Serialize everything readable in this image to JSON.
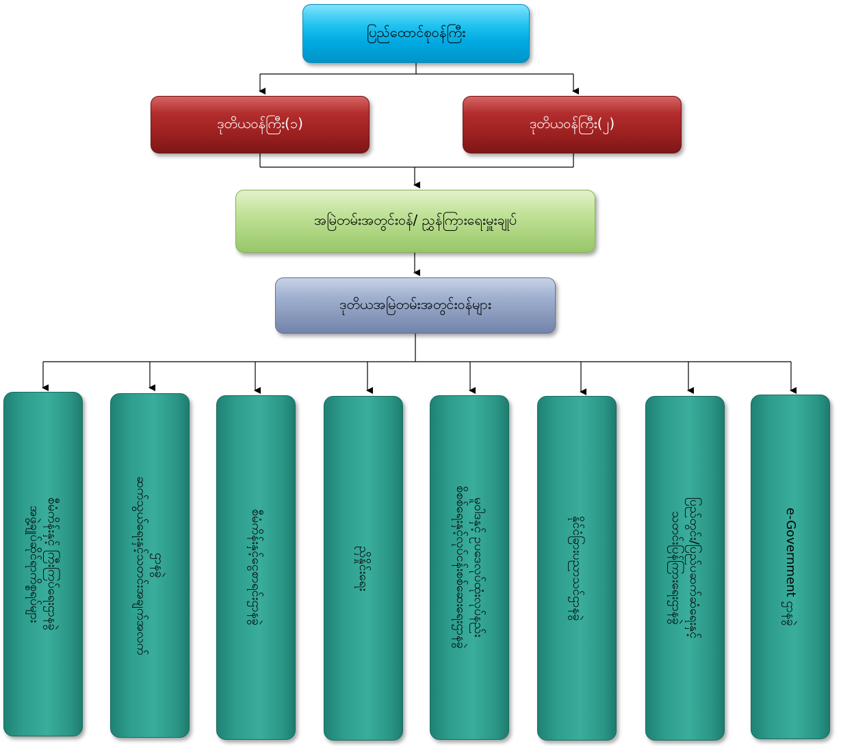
{
  "colors": {
    "top_box": "#00a9e2",
    "deputy_box": "#9a1f1f",
    "head_box": "#acd47e",
    "group_box": "#8798bb",
    "department_box": "#2e9e8e",
    "connector": "#000000"
  },
  "chart": {
    "top": "ပြည်ထောင်စုဝန်ကြီး",
    "deputies": [
      "ဒုတိယဝန်ကြီး(၁)",
      "ဒုတိယဝန်ကြီး(၂)"
    ],
    "permanent_secretary": "အမြဲတမ်းအတွင်းဝန်/ ညွှန်ကြားရေးမှူးချုပ်",
    "deputy_permanent_secretaries": "ဒုတိယအမြဲတမ်းအတွင်းဝန်များ",
    "departments": [
      "စီမံကိန်းနှင့် ကြီးကြပ်ရေးဌာနခွဲ\nအဖွဲ့ချုပ်ဆိုင်ရာကိစ္စရပ်များ",
      "ဌာနခွဲ\nဆက်သွယ်ရေးနှင့်သတင်းအချက်အလက်",
      "စီမံကိန်းနှင့်ငွေစာရင်းဌာနခွဲ",
      "ညှိနှိုင်းရေး",
      "မူဝါဒနှင့် ဥပဒေလုပ်ထုံးလုပ်နည်း\nစိစစ်ရေးနှင့်လုပ်ငန်းစစ်ဆေးရေးဌာနခွဲ",
      "နိုင်ငံခြားပညာသင်ဌာနခွဲ",
      "ပြည်တွင်း/ပြည်ပဆက်ဆံရေးနှင့်\nသတင်းပြန်ကြားရေးဌာနခွဲ",
      "e-Government ဌာနခွဲ"
    ]
  }
}
